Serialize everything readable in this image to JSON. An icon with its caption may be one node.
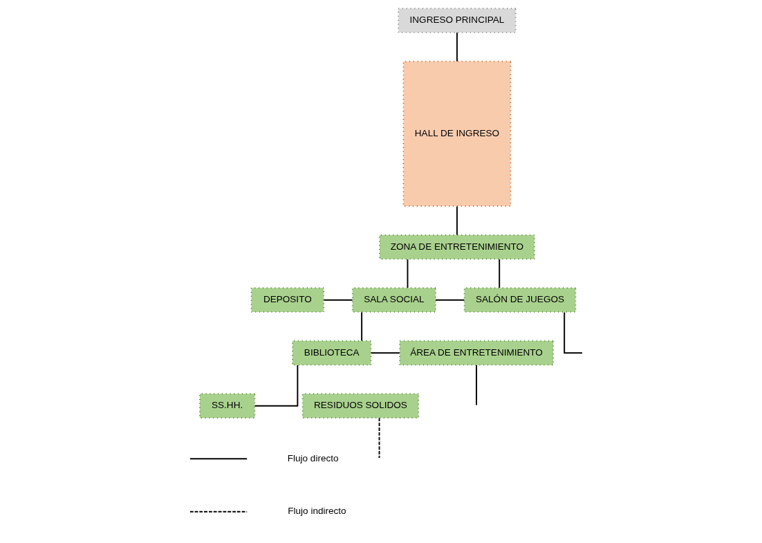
{
  "diagram": {
    "nodes": [
      {
        "text": [
          "INGRESO PRINCIPAL"
        ]
      },
      {
        "text": [
          "HALL DE INGRESO"
        ]
      },
      {
        "text": [
          "ZONA DE ENTRETENIMIENTO"
        ]
      },
      {
        "text": [
          "DEPOSITO"
        ]
      },
      {
        "text": [
          "SALA SOCIAL"
        ]
      },
      {
        "text": [
          "SALÓN DE JUEGOS"
        ]
      },
      {
        "text": [
          "BIBLIOTECA"
        ]
      },
      {
        "text": [
          "ÁREA DE ENTRETENIMIENTO"
        ]
      },
      {
        "text": [
          "SS.HH."
        ]
      },
      {
        "text": [
          "RESIDUOS SOLIDOS"
        ]
      }
    ],
    "edges": [
      {
        "from": 0,
        "to": 1,
        "arrow": "none"
      },
      {
        "from": 1,
        "to": 2,
        "arrow": "none"
      },
      {
        "from": 2,
        "to": 4,
        "arrow": "none"
      },
      {
        "from": 2,
        "to": 5,
        "arrow": "none"
      },
      {
        "from": 3,
        "to": 4,
        "arrow": "none"
      },
      {
        "from": 4,
        "to": 5,
        "arrow": "none"
      },
      {
        "from": 5,
        "to": null,
        "arrow": "none"
      },
      {
        "from": 4,
        "to": 6,
        "arrow": "none"
      },
      {
        "from": 6,
        "to": 7,
        "arrow": "none"
      },
      {
        "from": 6,
        "to": 8,
        "arrow": "none"
      },
      {
        "from": 7,
        "to": null,
        "arrow": "none"
      },
      {
        "from": 9,
        "to": null,
        "arrow": "none",
        "style": "dashed"
      }
    ],
    "legend": [
      {
        "text": "Flujo directo"
      },
      {
        "text": "Flujo indirecto"
      }
    ]
  }
}
